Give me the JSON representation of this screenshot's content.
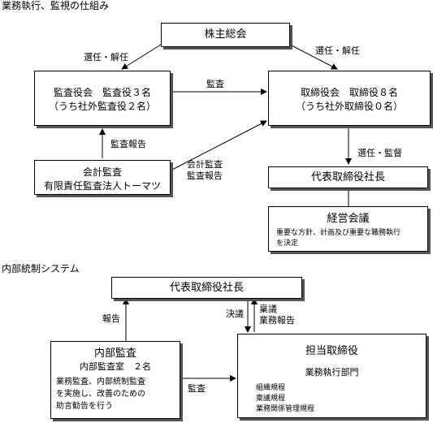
{
  "section1": {
    "title": "業務執行、監視の仕組み",
    "shareholders": "株主総会",
    "audit_board": {
      "line1": "監査役会　監査役３名",
      "line2": "（うち社外監査役２名）"
    },
    "board": {
      "line1": "取締役会　取締役８名",
      "line2": "（うち社外取締役０名）"
    },
    "accounting_auditor": {
      "line1": "会計監査",
      "line2": "有限責任監査法人トーマツ"
    },
    "president": "代表取締役社長",
    "management_meeting": {
      "title": "経営会議",
      "desc1": "重要な方針、計画及び重要な職務執行",
      "desc2": "を決定"
    },
    "labels": {
      "elect_left": "選任・解任",
      "elect_right": "選任・解任",
      "audit": "監査",
      "audit_report": "監査報告",
      "acc_audit1": "会計監査",
      "acc_audit2": "監査報告",
      "select_supervise": "選任・監督"
    }
  },
  "section2": {
    "title": "内部統制システム",
    "president": "代表取締役社長",
    "internal_audit": {
      "title": "内部監査",
      "line2": "内部監査室　２名",
      "line3": "業務監査、内部統制監査",
      "line4": "を実施し、改善のための",
      "line5": "助言勧告を行う"
    },
    "director": {
      "title": "担当取締役",
      "dept": "業務執行部門",
      "rule1": "組織規程",
      "rule2": "稟議規程",
      "rule3": "業務関係管理規程"
    },
    "labels": {
      "report": "報告",
      "decision": "決議",
      "ringi": "稟議",
      "business_report": "業務報告",
      "audit": "監査"
    }
  }
}
